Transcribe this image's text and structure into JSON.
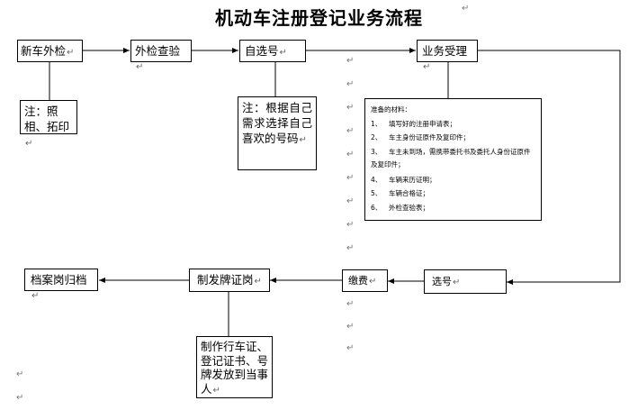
{
  "title": "机动车注册登记业务流程",
  "return_mark": "↵",
  "flow_steps": {
    "new_car_inspection": "新车外检",
    "external_check": "外检查验",
    "self_select_number": "自选号",
    "business_acceptance": "业务受理",
    "select_number": "选号",
    "pay_fee": "缴费",
    "plate_issuing_post": "制发牌证岗",
    "archive_post": "档案岗归档"
  },
  "notes": {
    "photo_rubbing": "注：照相、拓印",
    "choose_number": "注：根据自己需求选择自己喜欢的号码",
    "produce_certificates": "制作行车证、登记证书、号牌发放到当事人"
  },
  "materials": {
    "heading": "准备的材料：",
    "items": [
      {
        "num": "1、",
        "text": "填写好的注册申请表；"
      },
      {
        "num": "2、",
        "text": "车主身份证原件及复印件；"
      },
      {
        "num": "3、",
        "text": "车主未到场，需携带委托书及委托人身份证原件及复印件；"
      },
      {
        "num": "4、",
        "text": "车辆来历证明；"
      },
      {
        "num": "5、",
        "text": "车辆合格证；"
      },
      {
        "num": "6、",
        "text": "外检查验表；"
      }
    ]
  }
}
